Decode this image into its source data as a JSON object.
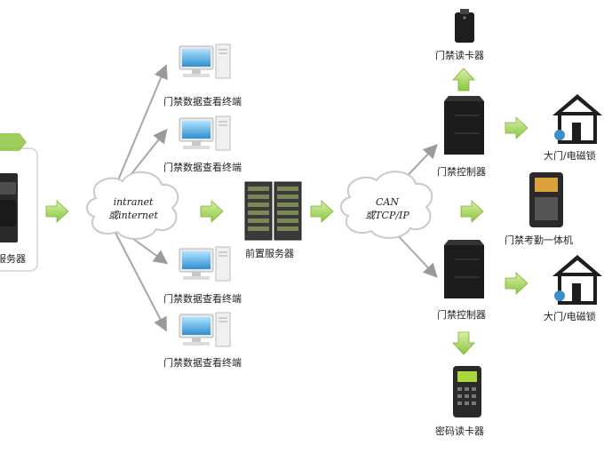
{
  "labels": {
    "server_left": "服务器",
    "network_internet": [
      "intranet",
      "或internet"
    ],
    "network_can": [
      "CAN",
      "或TCP/IP"
    ],
    "terminal_1": "门禁数据查看终端",
    "terminal_2": "门禁数据查看终端",
    "terminal_3": "门禁数据查看终端",
    "terminal_4": "门禁数据查看终端",
    "front_server": "前置服务器",
    "reader_top": "门禁读卡器",
    "controller_1": "门禁控制器",
    "controller_2": "门禁控制器",
    "door_1": "大门/电磁锁",
    "door_2": "大门/电磁锁",
    "attendance": "门禁考勤一体机",
    "password_reader": "密码读卡器"
  },
  "colors": {
    "arrow_green": "#8cc63f",
    "cloud_edge": "#c9c9c9",
    "connector_gray": "#9a9a9a"
  }
}
